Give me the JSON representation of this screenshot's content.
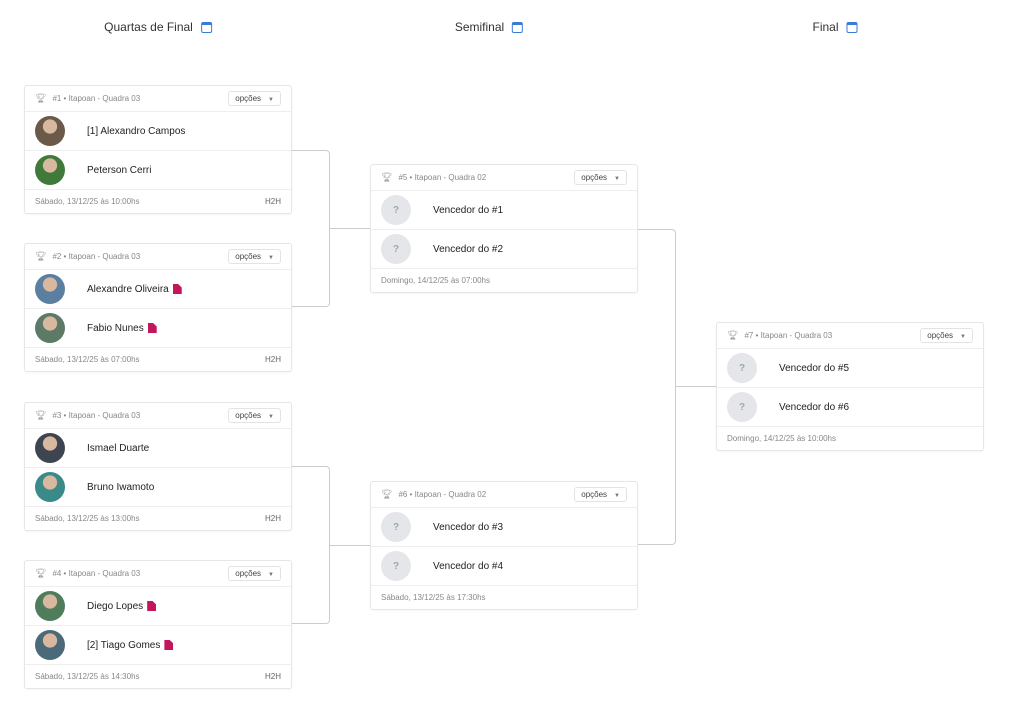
{
  "rounds": [
    {
      "title": "Quartas de Final",
      "icon": "calendar-icon"
    },
    {
      "title": "Semifinal",
      "icon": "calendar-icon"
    },
    {
      "title": "Final",
      "icon": "calendar-icon"
    }
  ],
  "options_label": "opções",
  "h2h_label": "H2H",
  "matches": [
    {
      "header": "#1 • Itapoan - Quadra 03",
      "players": [
        {
          "name": "[1] Alexandro Campos",
          "avatar": "#6b5a4a",
          "badge": false
        },
        {
          "name": "Peterson Cerri",
          "avatar": "#3f7a3a",
          "badge": false
        }
      ],
      "date": "Sábado, 13/12/25 às 10:00hs",
      "h2h": true
    },
    {
      "header": "#2 • Itapoan - Quadra 03",
      "players": [
        {
          "name": "Alexandre Oliveira",
          "avatar": "#5a7fa0",
          "badge": true
        },
        {
          "name": "Fabio Nunes",
          "avatar": "#5c7a66",
          "badge": true
        }
      ],
      "date": "Sábado, 13/12/25 às 07:00hs",
      "h2h": true
    },
    {
      "header": "#3 • Itapoan - Quadra 03",
      "players": [
        {
          "name": "Ismael Duarte",
          "avatar": "#3d4650",
          "badge": false
        },
        {
          "name": "Bruno Iwamoto",
          "avatar": "#3a8a8a",
          "badge": false
        }
      ],
      "date": "Sábado, 13/12/25 às 13:00hs",
      "h2h": true
    },
    {
      "header": "#4 • Itapoan - Quadra 03",
      "players": [
        {
          "name": "Diego Lopes",
          "avatar": "#4f7d5c",
          "badge": true
        },
        {
          "name": "[2] Tiago Gomes",
          "avatar": "#4a6a7a",
          "badge": true
        }
      ],
      "date": "Sábado, 13/12/25 às 14:30hs",
      "h2h": true
    },
    {
      "header": "#5 • Itapoan - Quadra 02",
      "players": [
        {
          "name": "Vencedor do #1",
          "avatar": null
        },
        {
          "name": "Vencedor do #2",
          "avatar": null
        }
      ],
      "date": "Domingo, 14/12/25 às 07:00hs",
      "h2h": false
    },
    {
      "header": "#6 • Itapoan - Quadra 02",
      "players": [
        {
          "name": "Vencedor do #3",
          "avatar": null
        },
        {
          "name": "Vencedor do #4",
          "avatar": null
        }
      ],
      "date": "Sábado, 13/12/25 às 17:30hs",
      "h2h": false
    },
    {
      "header": "#7 • Itapoan - Quadra 03",
      "players": [
        {
          "name": "Vencedor do #5",
          "avatar": null
        },
        {
          "name": "Vencedor do #6",
          "avatar": null
        }
      ],
      "date": "Domingo, 14/12/25 às 10:00hs",
      "h2h": false
    }
  ]
}
